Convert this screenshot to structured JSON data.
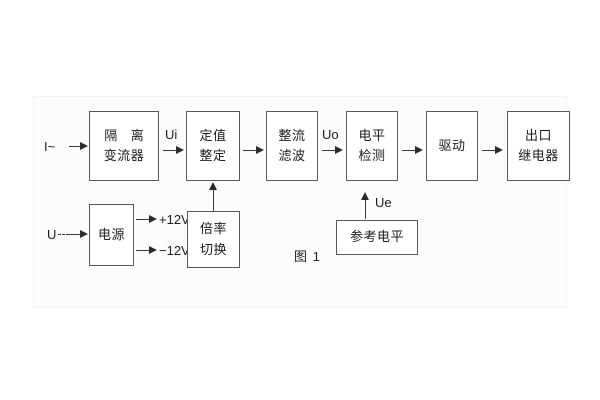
{
  "diagram": {
    "caption": "图 1",
    "blocks": [
      {
        "id": "isolation-ct",
        "line1": "隔 离",
        "line2": "变流器"
      },
      {
        "id": "setting",
        "line1": "定值",
        "line2": "整定"
      },
      {
        "id": "rectify-filter",
        "line1": "整流",
        "line2": "滤波"
      },
      {
        "id": "level-detect",
        "line1": "电平",
        "line2": "检测"
      },
      {
        "id": "drive",
        "line1": "驱动",
        "line2": ""
      },
      {
        "id": "output-relay",
        "line1": "出口",
        "line2": "继电器"
      },
      {
        "id": "power-supply",
        "line1": "电源",
        "line2": ""
      },
      {
        "id": "ratio-switch",
        "line1": "倍率",
        "line2": "切换"
      },
      {
        "id": "reference-level",
        "line1": "参考电平",
        "line2": ""
      }
    ],
    "signals": {
      "current_input": "I~",
      "voltage_input": "U",
      "ui": "Ui",
      "uo": "Uo",
      "ue": "Ue",
      "rail_pos": "+12V",
      "rail_neg": "−12V"
    },
    "colors": {
      "block_border": "#59595b",
      "line": "#3a3a3a",
      "text": "#1c1c1c",
      "background": "#ffffff",
      "frame": "#fcfcfd"
    }
  }
}
